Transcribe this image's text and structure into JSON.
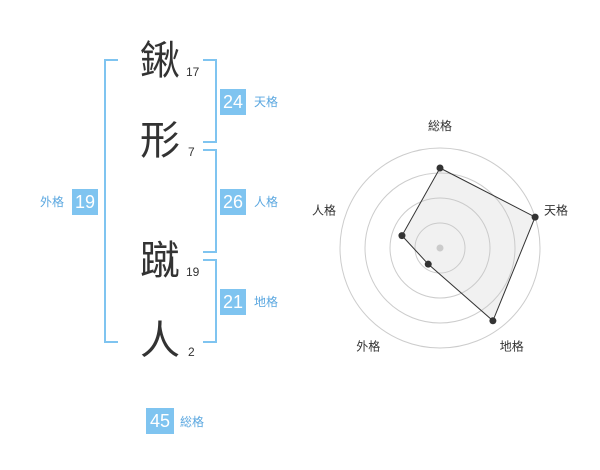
{
  "name": {
    "characters": [
      {
        "char": "鍬",
        "strokes": "17"
      },
      {
        "char": "形",
        "strokes": "7"
      },
      {
        "char": "蹴",
        "strokes": "19"
      },
      {
        "char": "人",
        "strokes": "2"
      }
    ]
  },
  "grades": {
    "tenkaku": {
      "value": "24",
      "label": "天格"
    },
    "jinkaku": {
      "value": "26",
      "label": "人格"
    },
    "chikaku": {
      "value": "21",
      "label": "地格"
    },
    "gaikaku": {
      "value": "19",
      "label": "外格"
    },
    "soukaku": {
      "value": "45",
      "label": "総格"
    }
  },
  "colors": {
    "accent": "#7fc4f0",
    "label": "#5aa7e0",
    "text": "#333333"
  },
  "chart_data": {
    "type": "radar",
    "axes": [
      "総格",
      "天格",
      "地格",
      "外格",
      "人格"
    ],
    "series": [
      {
        "values": [
          0.8,
          1.0,
          0.9,
          0.2,
          0.4
        ]
      }
    ],
    "rings": 4,
    "rmax": 1.0
  }
}
